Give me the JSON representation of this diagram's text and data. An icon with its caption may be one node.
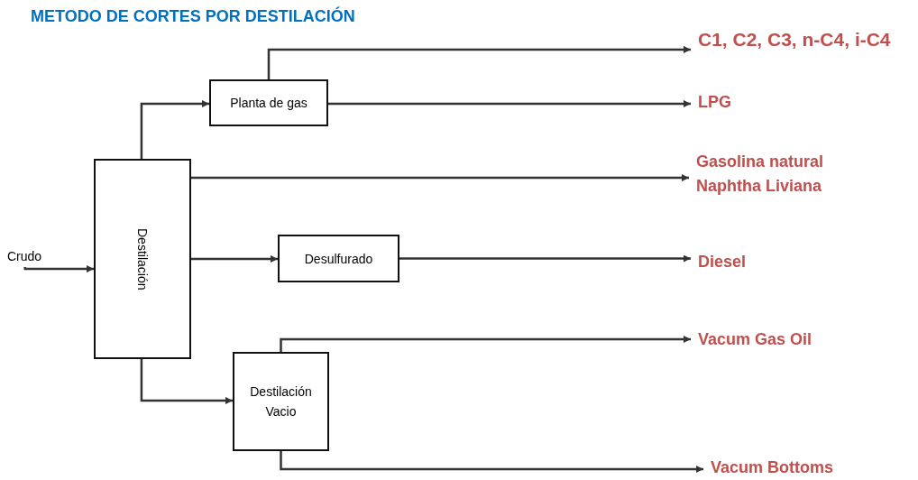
{
  "diagram": {
    "title": "METODO DE CORTES POR DESTILACIÓN",
    "nodes": [
      {
        "text": [
          "Crudo"
        ]
      },
      {
        "text": [
          "Destilación"
        ]
      },
      {
        "text": [
          "Planta de gas"
        ]
      },
      {
        "text": [
          "Desulfurado"
        ]
      },
      {
        "text": [
          "Destilación Vacio"
        ]
      },
      {
        "text": [
          "C1, C2, C3, n-C4, i-C4"
        ]
      },
      {
        "text": [
          "LPG"
        ]
      },
      {
        "text": [
          "Gasolina natural",
          "Naphtha Liviana"
        ]
      },
      {
        "text": [
          "Diesel"
        ]
      },
      {
        "text": [
          "Vacum Gas Oil"
        ]
      },
      {
        "text": [
          "Vacum Bottoms"
        ]
      }
    ],
    "edges": [
      {
        "from": 0,
        "to": 1,
        "arrow": "to"
      },
      {
        "from": 1,
        "to": 2,
        "arrow": "to"
      },
      {
        "from": 2,
        "to": 5,
        "arrow": "to"
      },
      {
        "from": 2,
        "to": 6,
        "arrow": "to"
      },
      {
        "from": 1,
        "to": 7,
        "arrow": "to"
      },
      {
        "from": 1,
        "to": 3,
        "arrow": "to"
      },
      {
        "from": 3,
        "to": 8,
        "arrow": "to"
      },
      {
        "from": 1,
        "to": 4,
        "arrow": "to"
      },
      {
        "from": 4,
        "to": 9,
        "arrow": "to"
      },
      {
        "from": 4,
        "to": 10,
        "arrow": "to"
      }
    ]
  }
}
